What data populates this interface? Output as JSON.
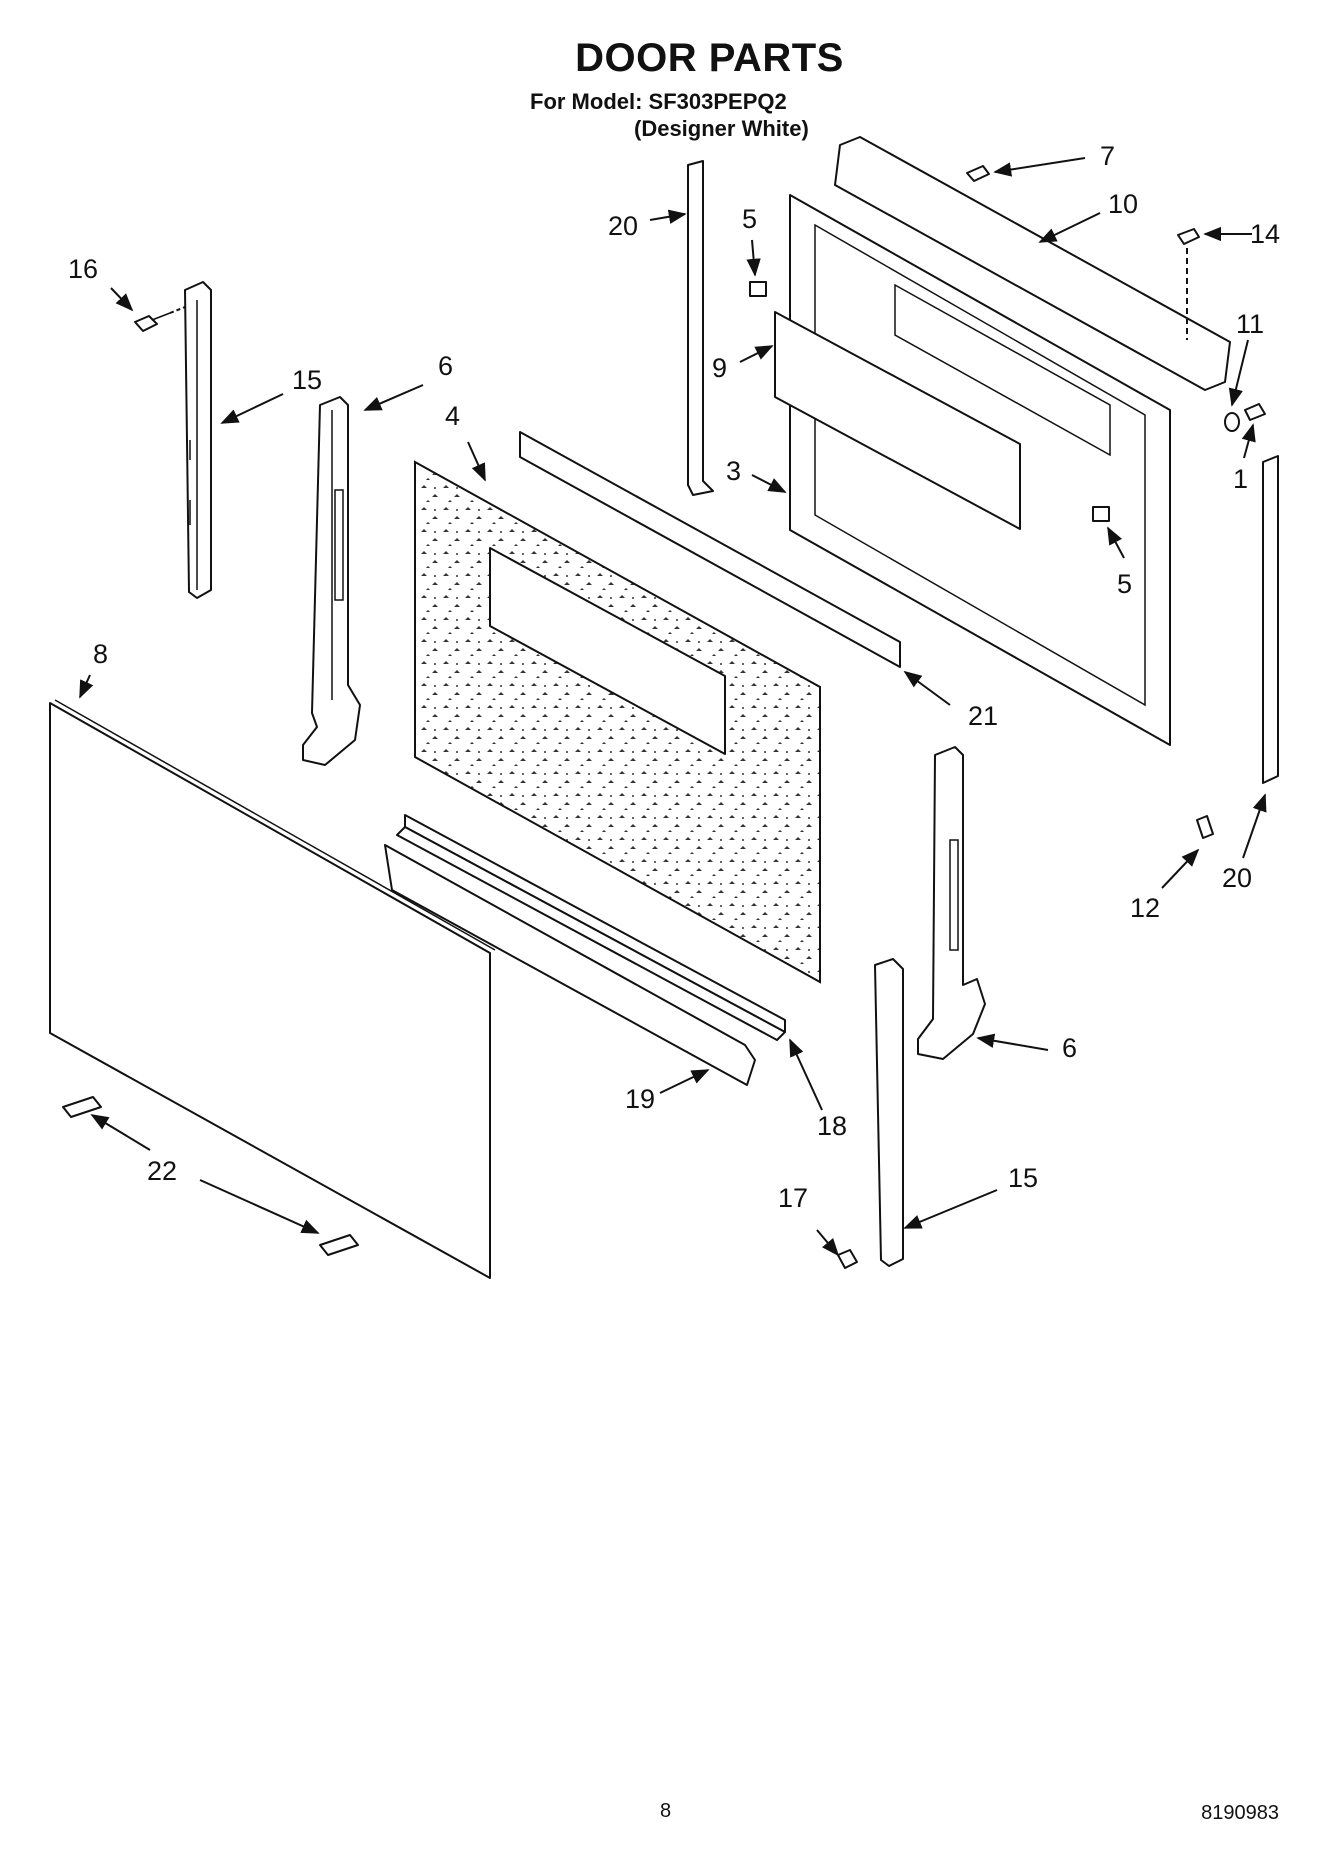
{
  "header": {
    "title": "DOOR PARTS",
    "model_line1": "For Model: SF303PEPQ2",
    "model_line2": "(Designer White)"
  },
  "footer": {
    "page_number": "8",
    "doc_number": "8190983"
  },
  "callouts": [
    "16",
    "15",
    "6",
    "4",
    "20",
    "5",
    "9",
    "3",
    "7",
    "10",
    "14",
    "11",
    "1",
    "5",
    "21",
    "8",
    "20",
    "12",
    "19",
    "18",
    "6",
    "22",
    "17",
    "15"
  ]
}
